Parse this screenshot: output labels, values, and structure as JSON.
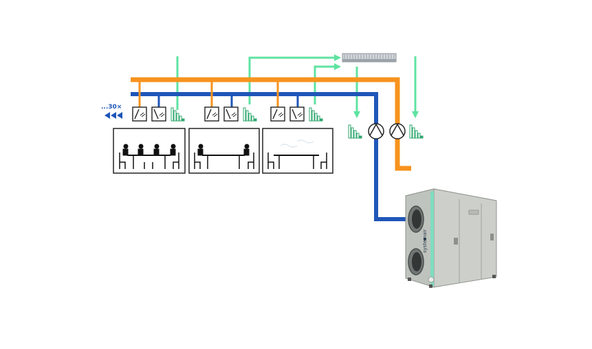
{
  "diagram": {
    "room_count_label": "...30×",
    "unit_brand": "systemair",
    "colors": {
      "supply_duct": "#f7931e",
      "extract_duct": "#1f56b8",
      "signal_line": "#5fe3a1",
      "supply_arrow": "#f6b98a",
      "extract_arrow": "#6ea6da",
      "sensor": "#2ea66e",
      "room_outline": "#222222",
      "unit_body": "#c6cac4",
      "unit_accent": "#7fdcc0"
    },
    "rooms": [
      {
        "name": "meeting-room-large"
      },
      {
        "name": "meeting-room-medium"
      },
      {
        "name": "meeting-room-empty"
      }
    ],
    "icons": {
      "damper": "damper-icon",
      "sensor": "air-quality-sensor-icon",
      "fan": "fan-icon",
      "controller": "controller-icon",
      "ahu": "air-handling-unit-icon",
      "direction": "triple-arrow-left-icon"
    }
  }
}
